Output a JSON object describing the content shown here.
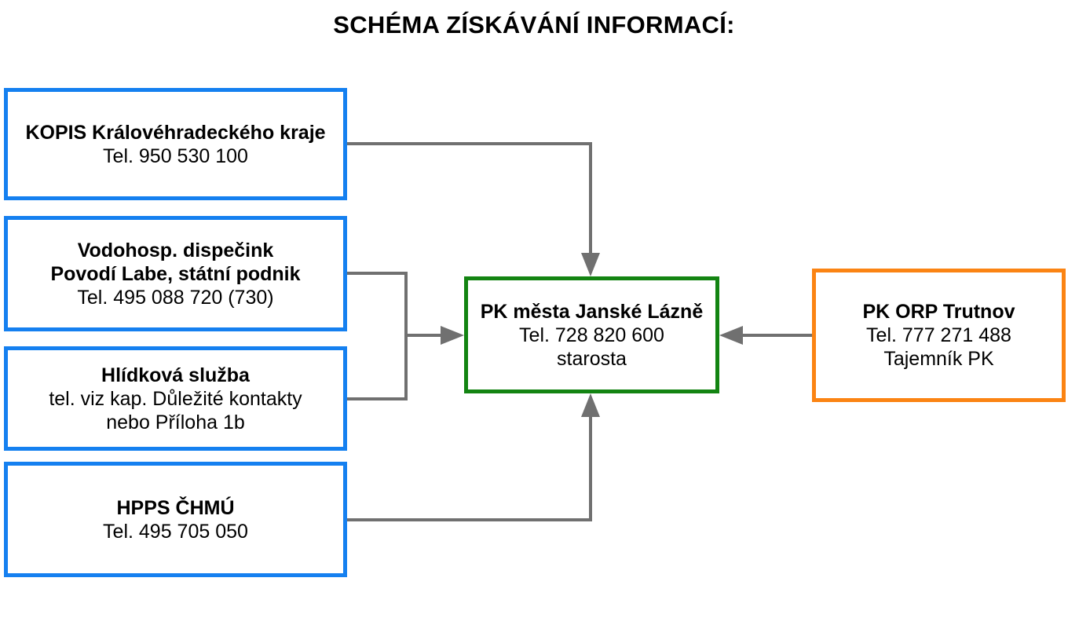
{
  "title": "SCHÉMA ZÍSKÁVÁNÍ INFORMACÍ:",
  "colors": {
    "source_border": "#1580f0",
    "central_border": "#138412",
    "orp_border": "#fb8413",
    "connector": "#707070"
  },
  "nodes": {
    "kopis": {
      "name": "KOPIS Královéhradeckého kraje",
      "phone": "Tel. 950 530 100"
    },
    "vodohosp": {
      "name_line1": "Vodohosp. dispečink",
      "name_line2": "Povodí Labe, státní podnik",
      "phone": "Tel. 495 088 720 (730)"
    },
    "hlidkova": {
      "name": "Hlídková služba",
      "info_line1": "tel. viz kap. Důležité kontakty",
      "info_line2": "nebo Příloha 1b"
    },
    "hpps": {
      "name": "HPPS ČHMÚ",
      "phone": "Tel. 495 705 050"
    },
    "pk_mesta": {
      "name": "PK města Janské Lázně",
      "phone": "Tel. 728 820 600",
      "role": "starosta"
    },
    "pk_orp": {
      "name": "PK ORP Trutnov",
      "phone": "Tel. 777 271 488",
      "role": "Tajemník PK"
    }
  }
}
